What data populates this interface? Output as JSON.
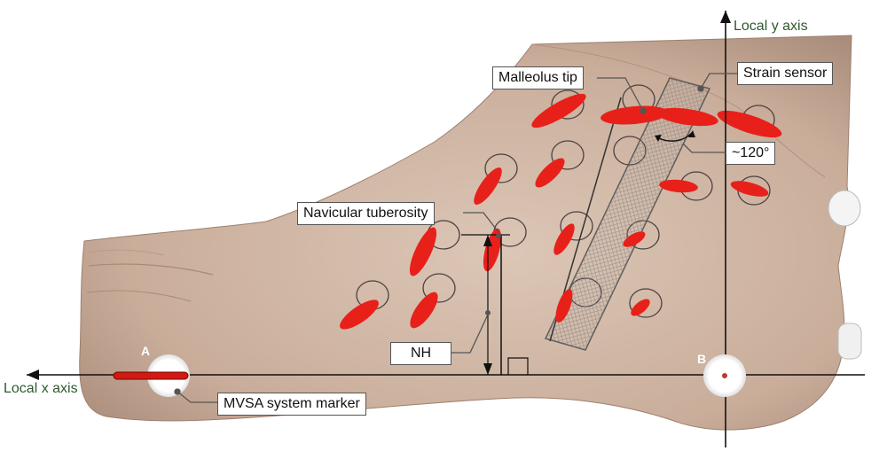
{
  "axes": {
    "local_x": "Local x axis",
    "local_y": "Local y axis",
    "color": "#2e5a2e"
  },
  "callouts": {
    "malleolus_tip": "Malleolus tip",
    "strain_sensor": "Strain sensor",
    "angle": "~120°",
    "navicular_tuberosity": "Navicular tuberosity",
    "nh": "NH",
    "mvsa_marker": "MVSA system marker"
  },
  "markers": {
    "a": "A",
    "b": "B"
  },
  "colors": {
    "skin": "#cdb3a1",
    "skin_shadow": "#a88a78",
    "strain_pattern": "#e8201a",
    "line": "#111111"
  }
}
